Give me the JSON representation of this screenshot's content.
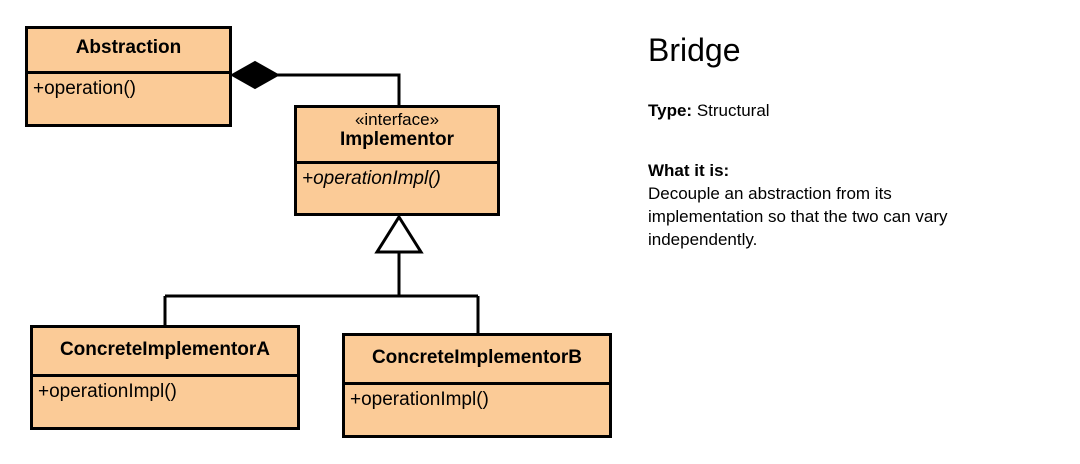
{
  "diagram": {
    "type": "uml-class-diagram",
    "classes": [
      {
        "id": "abstraction",
        "stereotype": "",
        "name": "Abstraction",
        "members": [
          "+operation()"
        ],
        "abstract_members": false
      },
      {
        "id": "implementor",
        "stereotype": "«interface»",
        "name": "Implementor",
        "members": [
          "+operationImpl()"
        ],
        "abstract_members": true
      },
      {
        "id": "concrete-implementor-a",
        "stereotype": "",
        "name": "ConcreteImplementorA",
        "members": [
          "+operationImpl()"
        ],
        "abstract_members": false
      },
      {
        "id": "concrete-implementor-b",
        "stereotype": "",
        "name": "ConcreteImplementorB",
        "members": [
          "+operationImpl()"
        ],
        "abstract_members": false
      }
    ],
    "relationships": [
      {
        "kind": "composition",
        "from": "Abstraction",
        "to": "Implementor",
        "marker": "filled-diamond"
      },
      {
        "kind": "generalization",
        "from": "ConcreteImplementorA",
        "to": "Implementor",
        "marker": "hollow-triangle"
      },
      {
        "kind": "generalization",
        "from": "ConcreteImplementorB",
        "to": "Implementor",
        "marker": "hollow-triangle"
      }
    ],
    "colors": {
      "class_fill": "#FBCB97",
      "stroke": "#000000",
      "background": "#FFFFFF"
    }
  },
  "info": {
    "title": "Bridge",
    "type_label": "Type:",
    "type_value": "Structural",
    "whatitis_heading": "What it is:",
    "description_lines": [
      "Decouple an abstraction from its",
      "implementation so that the two can vary",
      "independently."
    ]
  }
}
